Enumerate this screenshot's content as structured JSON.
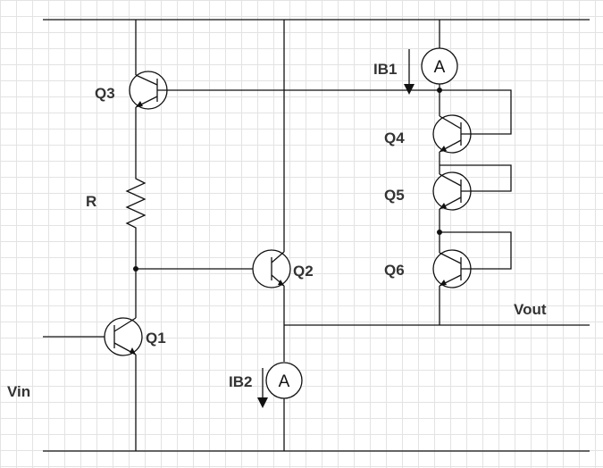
{
  "labels": {
    "q1": "Q1",
    "q2": "Q2",
    "q3": "Q3",
    "q4": "Q4",
    "q5": "Q5",
    "q6": "Q6",
    "r": "R",
    "vin": "Vin",
    "vout": "Vout",
    "ib1": "IB1",
    "ib2": "IB2",
    "ammeter1": "A",
    "ammeter2": "A"
  },
  "colors": {
    "wire": "#111111",
    "label": "#333333",
    "grid": "#e3e3e3"
  }
}
